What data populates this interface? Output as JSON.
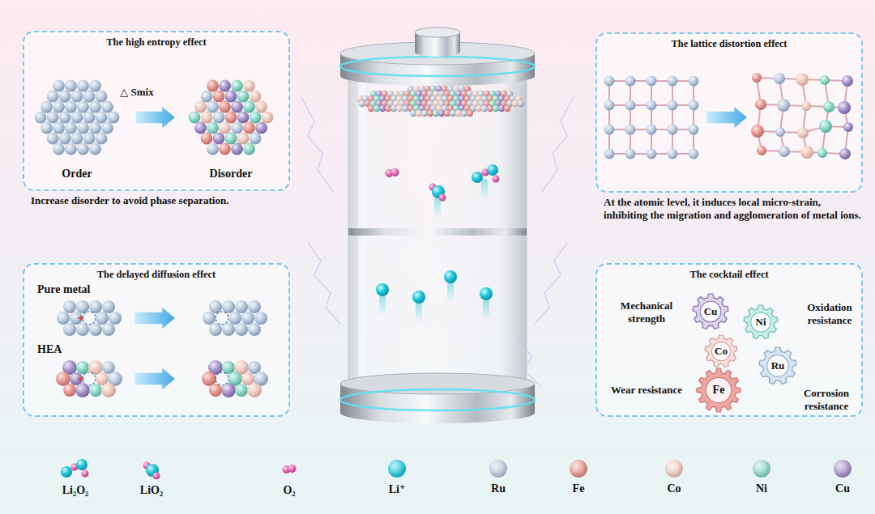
{
  "diagram": {
    "nodes": [
      {
        "text": [
          "The high entropy effect",
          "Increase disorder to avoid phase separation."
        ]
      },
      {
        "text": [
          "The lattice distortion effect",
          "At the atomic level, it induces local micro-strain, inhibiting the migration and agglomeration of metal ions."
        ]
      },
      {
        "text": [
          "The delayed diffusion effect"
        ]
      },
      {
        "text": [
          "The cocktail effect"
        ]
      },
      {
        "text": [
          "Cu"
        ],
        "in": 3
      },
      {
        "text": [
          "Ni"
        ],
        "in": 3
      },
      {
        "text": [
          "Co"
        ],
        "in": 3
      },
      {
        "text": [
          "Ru"
        ],
        "in": 3
      },
      {
        "text": [
          "Fe"
        ],
        "in": 3
      }
    ],
    "labels": [
      "△ Smix",
      "Order",
      "Disorder",
      "Pure metal",
      "HEA",
      "Mechanical strength",
      "Oxidation resistance",
      "Wear resistance",
      "Corrosion resistance"
    ],
    "legend": [
      {
        "text": "Li₂O₂"
      },
      {
        "text": "LiO₂"
      },
      {
        "text": "O₂"
      },
      {
        "text": "Li⁺",
        "color": "#22c8da"
      },
      {
        "text": "Ru",
        "color": "#bccbdd"
      },
      {
        "text": "Fe",
        "color": "#e69590"
      },
      {
        "text": "Co",
        "color": "#efcbc2"
      },
      {
        "text": "Ni",
        "color": "#8dd8c6"
      },
      {
        "text": "Cu",
        "color": "#a593c8"
      }
    ]
  }
}
